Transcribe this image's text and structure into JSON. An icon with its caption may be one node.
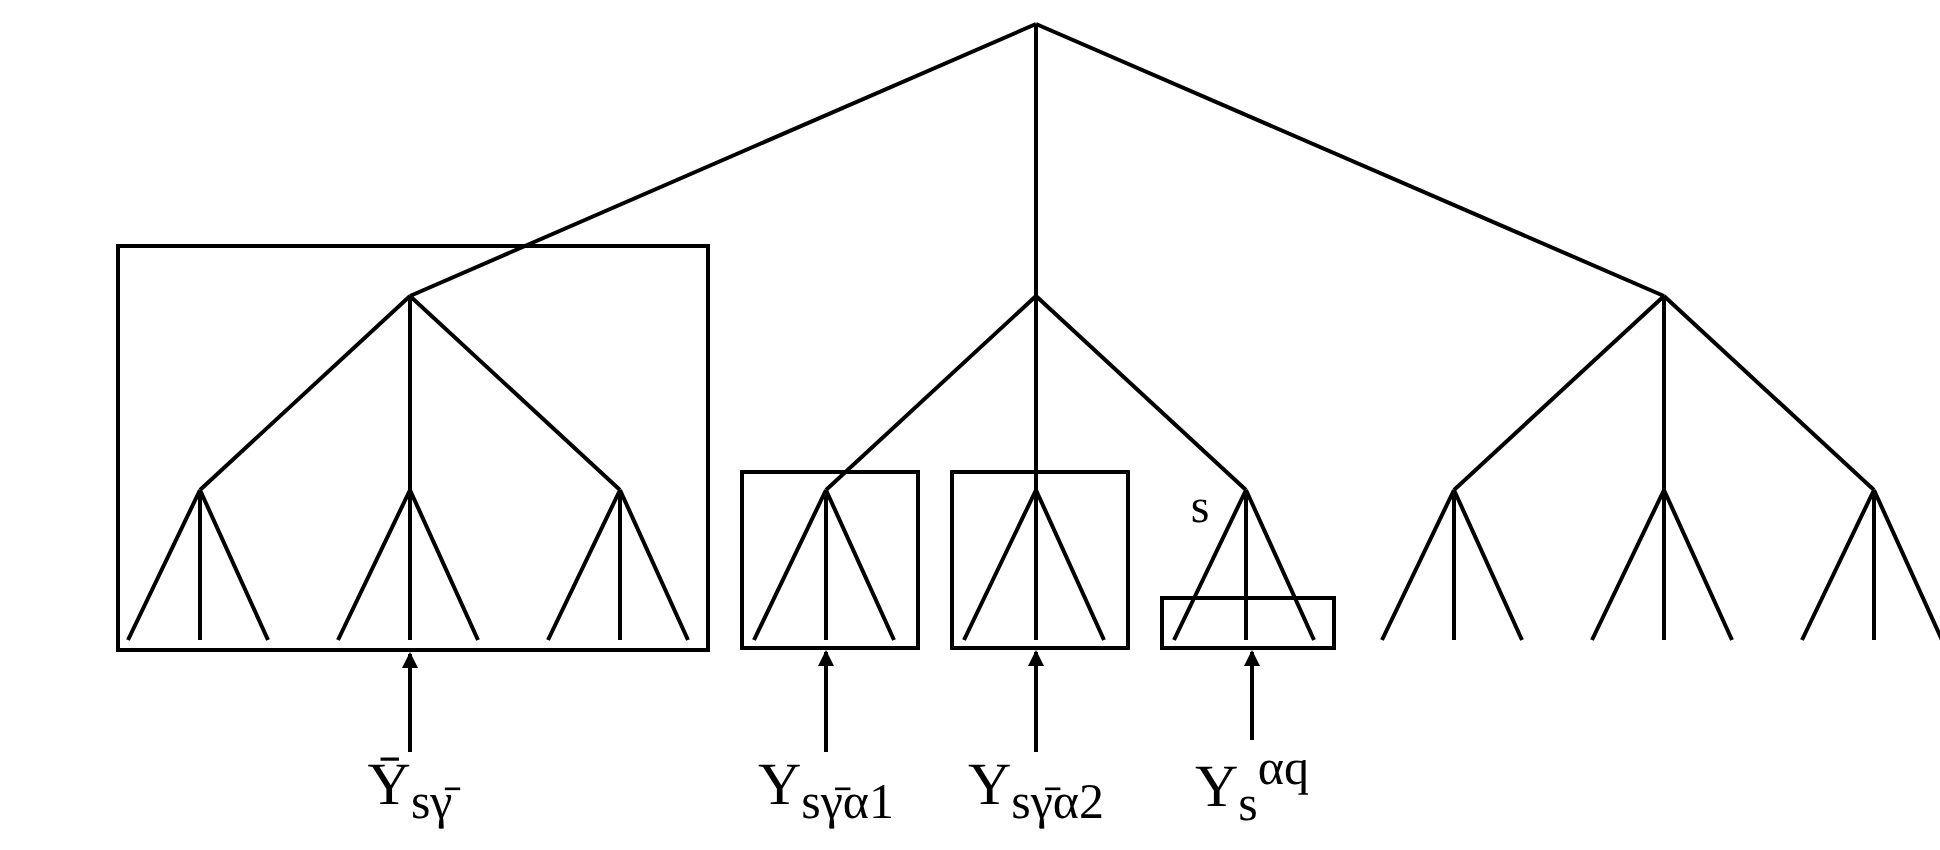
{
  "diagram": {
    "nodes": [
      {
        "text": [],
        "shape": "box"
      },
      {
        "text": [],
        "shape": "box"
      },
      {
        "text": [],
        "shape": "box"
      },
      {
        "text": [],
        "shape": "box"
      },
      {
        "text": [
          "Ȳ$_{sγ̄}$"
        ]
      },
      {
        "text": [
          "Y$_{sγ̄α1}$"
        ]
      },
      {
        "text": [
          "Y$_{sγ̄α2}$"
        ]
      },
      {
        "text": [
          "Y$_{s}$$^{αq}$"
        ]
      }
    ],
    "edges": [
      {
        "from": 4,
        "to": 0,
        "arrow": "to"
      },
      {
        "from": 5,
        "to": 1,
        "arrow": "to"
      },
      {
        "from": 6,
        "to": 2,
        "arrow": "to"
      },
      {
        "from": 7,
        "to": 3,
        "arrow": "to"
      }
    ],
    "labels": [
      "s"
    ]
  }
}
